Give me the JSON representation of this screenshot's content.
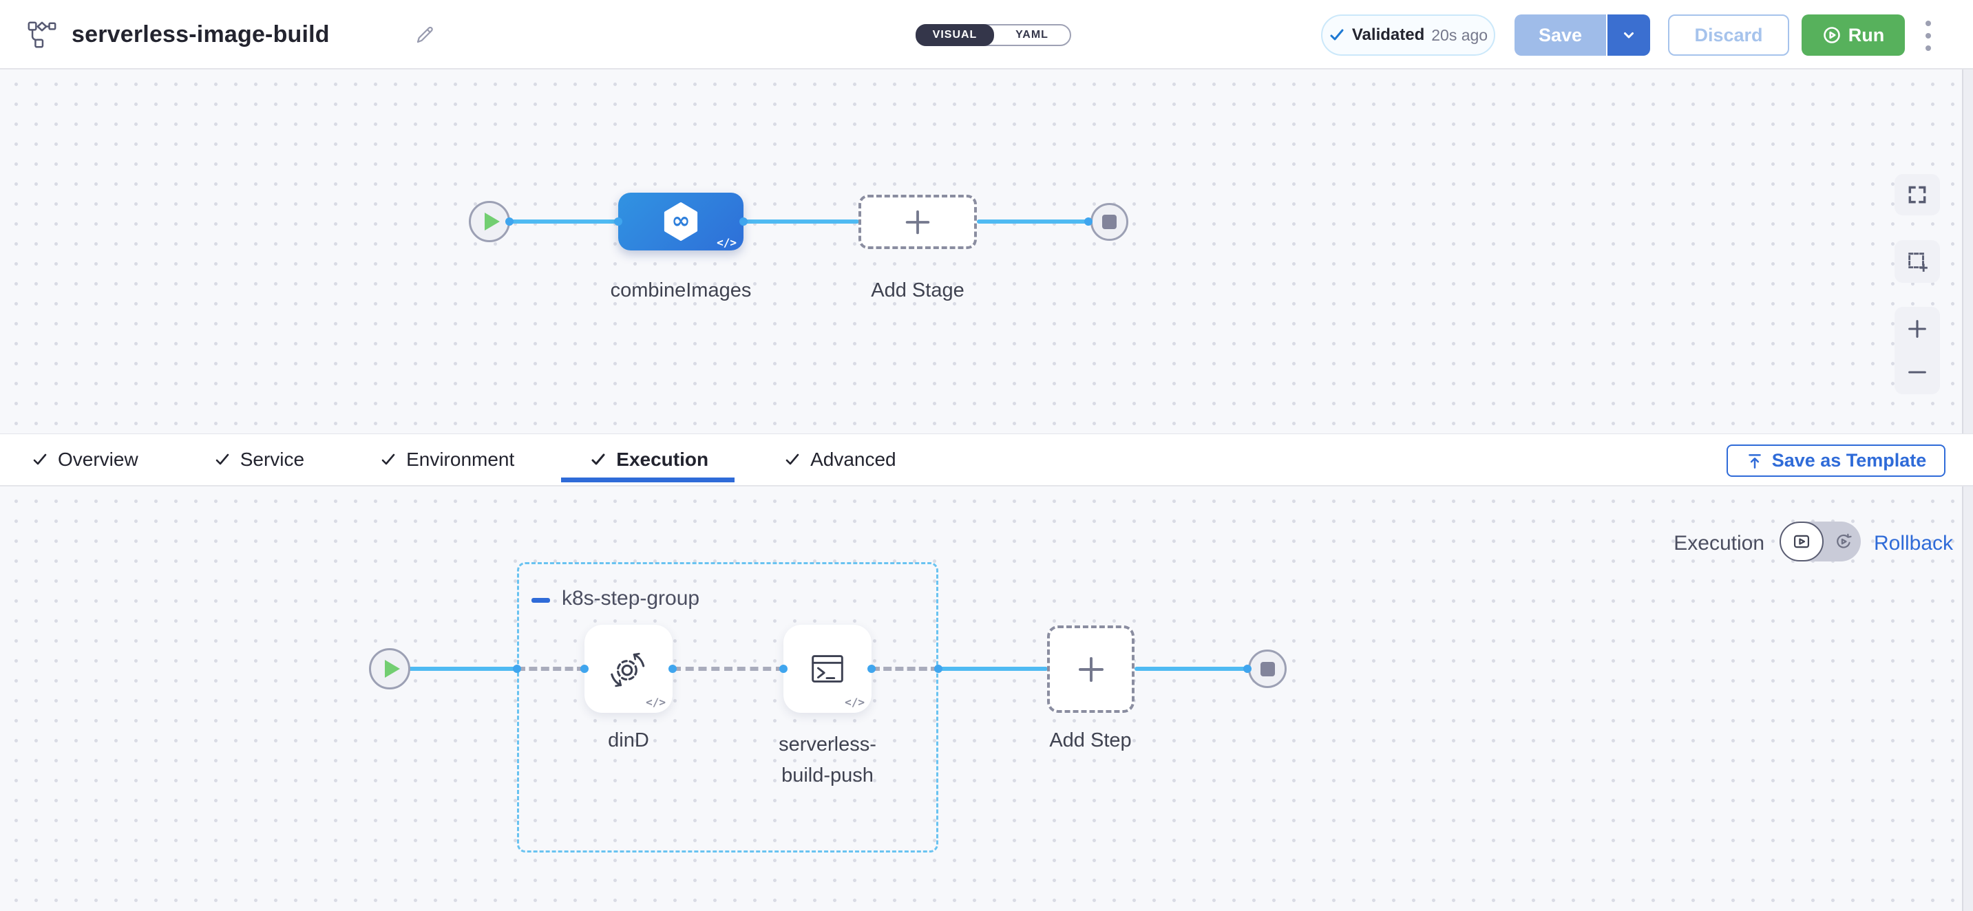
{
  "header": {
    "title": "serverless-image-build",
    "mode_toggle": {
      "visual": "VISUAL",
      "yaml": "YAML"
    },
    "validation": {
      "label": "Validated",
      "time": "20s ago"
    },
    "save_label": "Save",
    "discard_label": "Discard",
    "run_label": "Run"
  },
  "stage_canvas": {
    "stage_label": "combineImages",
    "add_stage_label": "Add Stage"
  },
  "tabs": {
    "items": [
      {
        "label": "Overview"
      },
      {
        "label": "Service"
      },
      {
        "label": "Environment"
      },
      {
        "label": "Execution"
      },
      {
        "label": "Advanced"
      }
    ],
    "active": "Execution",
    "save_as_template_label": "Save as Template"
  },
  "execution_canvas": {
    "mode_label": "Execution",
    "rollback_label": "Rollback",
    "step_group": {
      "name": "k8s-step-group",
      "steps": [
        {
          "label": "dinD"
        },
        {
          "label_line1": "serverless-",
          "label_line2": "build-push"
        }
      ]
    },
    "add_step_label": "Add Step"
  },
  "misc": {
    "code_badge": "</>",
    "infinity": "∞"
  },
  "icons": [
    "pipeline-graph-icon",
    "pencil-icon",
    "check-icon",
    "chevron-down-icon",
    "run-play-icon",
    "kebab-menu-icon",
    "infinity-hexagon-icon",
    "plus-icon",
    "fullscreen-icon",
    "marquee-select-icon",
    "zoom-in-icon",
    "zoom-out-icon",
    "upload-template-icon",
    "gear-sync-icon",
    "terminal-icon",
    "execution-view-icon",
    "rollback-view-icon",
    "play-node-icon",
    "stop-node-icon"
  ],
  "colors": {
    "primary_blue": "#2F6BD8",
    "run_green": "#57B15C",
    "wire_blue": "#4FBAF2",
    "port_blue": "#3FA5EE",
    "stage_gradient_start": "#3193E2",
    "stage_gradient_end": "#2E6FD8",
    "validated_check": "#1E79D3",
    "save_disabled": "#9FBCE9",
    "save_menu": "#3B6FD0",
    "canvas_bg": "#F7F8FB"
  }
}
